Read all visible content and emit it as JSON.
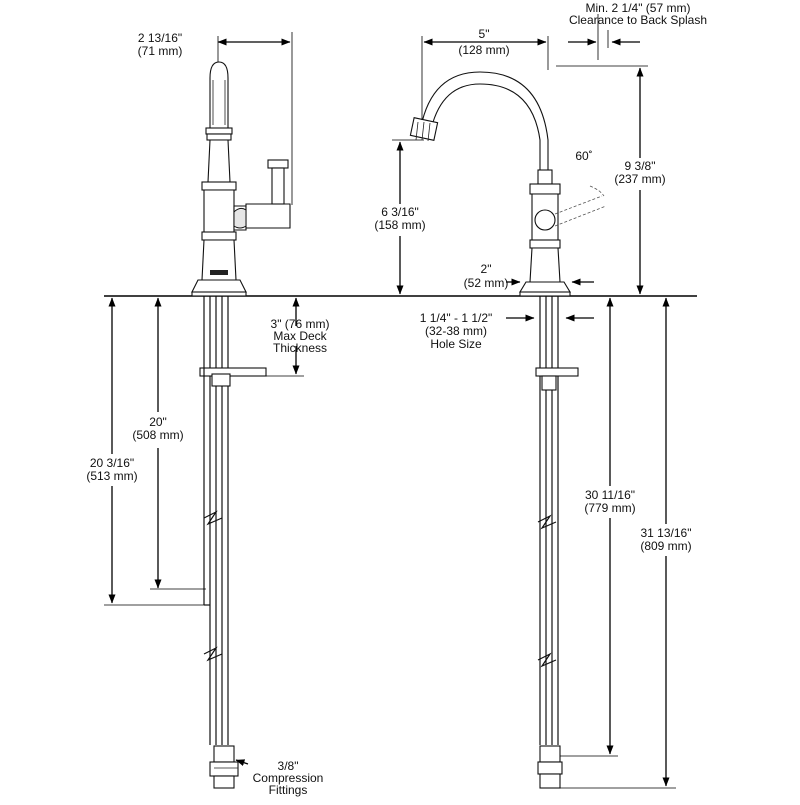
{
  "dims": {
    "width_body": [
      "2 13/16\"",
      "(71 mm)"
    ],
    "backsplash": [
      "Min. 2 1/4\" (57 mm)",
      "Clearance to Back Splash"
    ],
    "reach": [
      "5\"",
      "(128 mm)"
    ],
    "angle": "60˚",
    "spout_height": [
      "9 3/8\"",
      "(237 mm)"
    ],
    "clearance": [
      "6 3/16\"",
      "(158 mm)"
    ],
    "base": [
      "2\"",
      "(52 mm)"
    ],
    "hole": [
      "1 1/4\" - 1 1/2\"",
      "(32-38 mm)",
      "Hole Size"
    ],
    "deck": [
      "3\" (76 mm)",
      "Max Deck",
      "Thickness"
    ],
    "shank20": [
      "20\"",
      "(508 mm)"
    ],
    "shank20_316": [
      "20 3/16\"",
      "(513 mm)"
    ],
    "supply_30": [
      "30 11/16\"",
      "(779 mm)"
    ],
    "supply_31": [
      "31 13/16\"",
      "(809 mm)"
    ],
    "fittings": [
      "3/8\"",
      "Compression",
      "Fittings"
    ]
  }
}
